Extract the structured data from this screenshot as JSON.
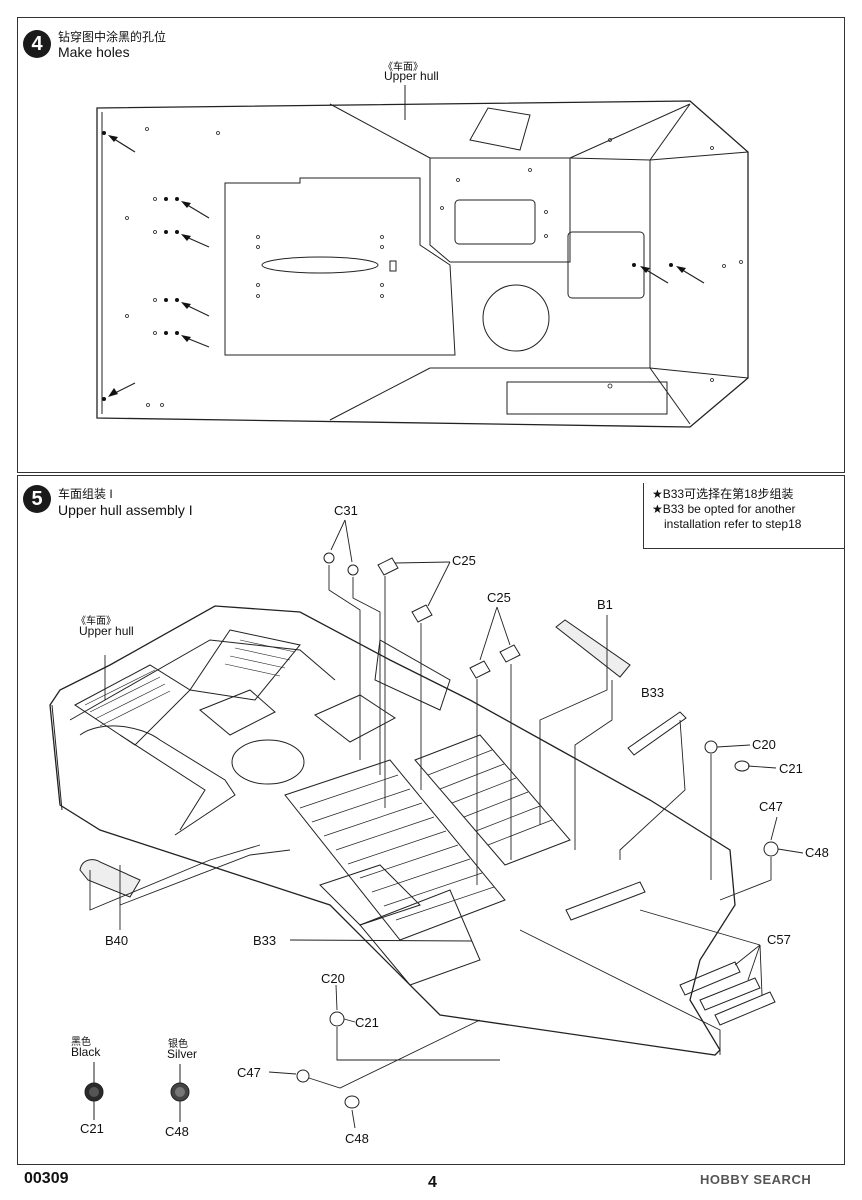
{
  "step4": {
    "number": "4",
    "title_cn": "钻穿图中涂黑的孔位",
    "title_en": "Make holes",
    "upper_hull_cn": "《车面》",
    "upper_hull_en": "Upper hull"
  },
  "step5": {
    "number": "5",
    "title_cn": "车面组装 I",
    "title_en": "Upper hull assembly I",
    "upper_hull_cn": "《车面》",
    "upper_hull_en": "Upper hull",
    "note_cn": "★B33可选择在第18步组装",
    "note_en_1": "★B33 be opted for another",
    "note_en_2": "installation refer to step18",
    "parts": {
      "c31": "C31",
      "c25a": "C25",
      "c25b": "C25",
      "b1": "B1",
      "b33a": "B33",
      "c20a": "C20",
      "c21a": "C21",
      "c47a": "C47",
      "c48a": "C48",
      "b40": "B40",
      "b33b": "B33",
      "c57": "C57",
      "c20b": "C20",
      "c21b": "C21",
      "c47b": "C47",
      "c48b": "C48"
    },
    "colors": {
      "black_cn": "黑色",
      "black_en": "Black",
      "black_part": "C21",
      "silver_cn": "银色",
      "silver_en": "Silver",
      "silver_part": "C48"
    }
  },
  "footer": {
    "code": "00309",
    "page": "4",
    "watermark": "HOBBY SEARCH"
  }
}
